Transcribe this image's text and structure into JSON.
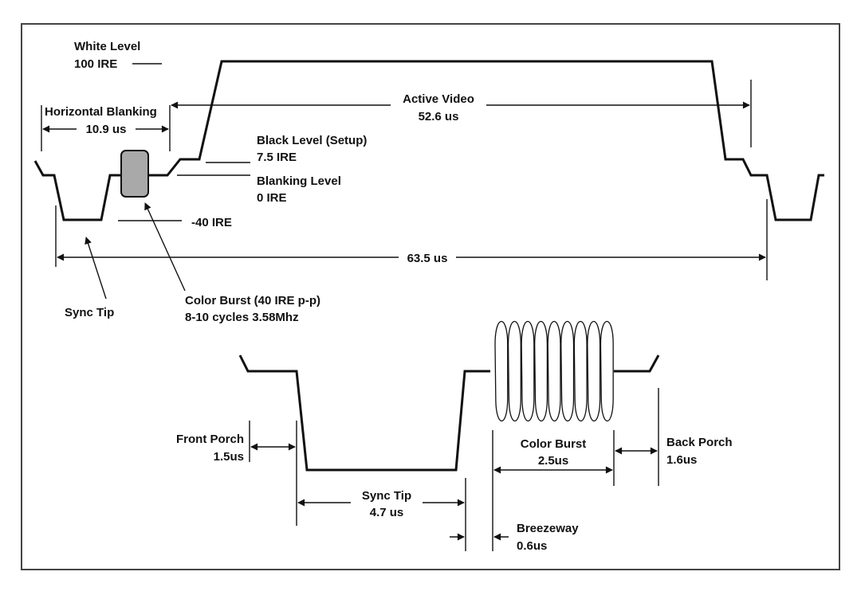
{
  "top": {
    "white_level": "White Level",
    "white_level_ire": "100 IRE",
    "horizontal_blanking": "Horizontal Blanking",
    "horizontal_blanking_time": "10.9 us",
    "active_video": "Active Video",
    "active_video_time": "52.6 us",
    "black_level": "Black Level (Setup)",
    "black_level_ire": "7.5 IRE",
    "blanking_level": "Blanking Level",
    "blanking_level_ire": "0 IRE",
    "sync_level": "-40 IRE",
    "line_period": "63.5 us",
    "sync_tip": "Sync Tip",
    "color_burst": "Color Burst (40 IRE p-p)",
    "color_burst_cycles": "8-10 cycles 3.58Mhz"
  },
  "bottom": {
    "front_porch": "Front Porch",
    "front_porch_time": "1.5us",
    "sync_tip": "Sync Tip",
    "sync_tip_time": "4.7 us",
    "breezeway": "Breezeway",
    "breezeway_time": "0.6us",
    "color_burst": "Color Burst",
    "color_burst_time": "2.5us",
    "back_porch": "Back Porch",
    "back_porch_time": "1.6us"
  },
  "colors": {
    "ink": "#111111",
    "burst_fill": "#a9a9a9",
    "frame": "#444444"
  }
}
